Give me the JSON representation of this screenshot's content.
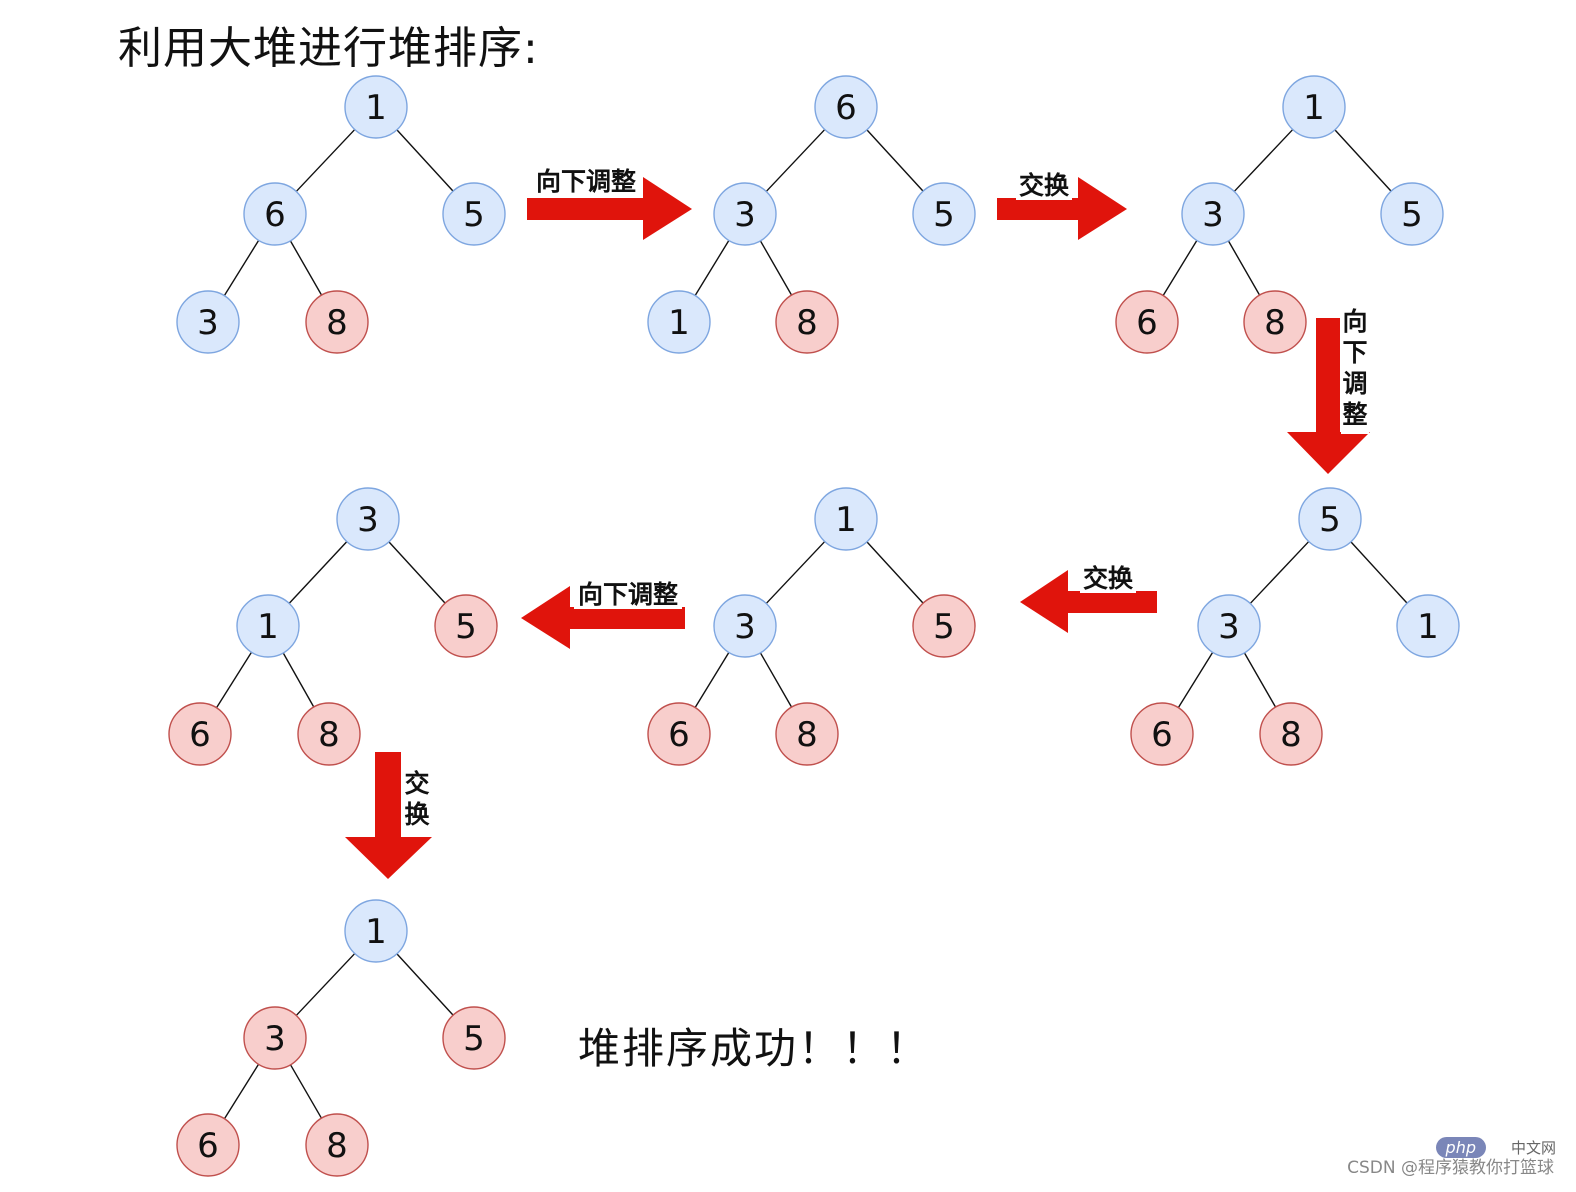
{
  "title": "利用大堆进行堆排序:",
  "result_text": "堆排序成功！！！",
  "watermark": "CSDN @程序猿教你打篮球",
  "php_badge": "php",
  "php_cn": "中文网",
  "colors": {
    "unsorted_fill": "#dae8fc",
    "unsorted_stroke": "#7ea6e0",
    "sorted_fill": "#f8cecc",
    "sorted_stroke": "#c0504d",
    "arrow": "#e0140c"
  },
  "trees": [
    {
      "id": "tree-1",
      "nodes": [
        {
          "v": "1",
          "s": false
        },
        {
          "v": "6",
          "s": false
        },
        {
          "v": "5",
          "s": false
        },
        {
          "v": "3",
          "s": false
        },
        {
          "v": "8",
          "s": true
        }
      ]
    },
    {
      "id": "tree-2",
      "nodes": [
        {
          "v": "6",
          "s": false
        },
        {
          "v": "3",
          "s": false
        },
        {
          "v": "5",
          "s": false
        },
        {
          "v": "1",
          "s": false
        },
        {
          "v": "8",
          "s": true
        }
      ]
    },
    {
      "id": "tree-3",
      "nodes": [
        {
          "v": "1",
          "s": false
        },
        {
          "v": "3",
          "s": false
        },
        {
          "v": "5",
          "s": false
        },
        {
          "v": "6",
          "s": true
        },
        {
          "v": "8",
          "s": true
        }
      ]
    },
    {
      "id": "tree-4",
      "nodes": [
        {
          "v": "5",
          "s": false
        },
        {
          "v": "3",
          "s": false
        },
        {
          "v": "1",
          "s": false
        },
        {
          "v": "6",
          "s": true
        },
        {
          "v": "8",
          "s": true
        }
      ]
    },
    {
      "id": "tree-5",
      "nodes": [
        {
          "v": "1",
          "s": false
        },
        {
          "v": "3",
          "s": false
        },
        {
          "v": "5",
          "s": true
        },
        {
          "v": "6",
          "s": true
        },
        {
          "v": "8",
          "s": true
        }
      ]
    },
    {
      "id": "tree-6",
      "nodes": [
        {
          "v": "3",
          "s": false
        },
        {
          "v": "1",
          "s": false
        },
        {
          "v": "5",
          "s": true
        },
        {
          "v": "6",
          "s": true
        },
        {
          "v": "8",
          "s": true
        }
      ]
    },
    {
      "id": "tree-7",
      "nodes": [
        {
          "v": "1",
          "s": false
        },
        {
          "v": "3",
          "s": true
        },
        {
          "v": "5",
          "s": true
        },
        {
          "v": "6",
          "s": true
        },
        {
          "v": "8",
          "s": true
        }
      ]
    }
  ],
  "arrows": [
    {
      "id": "arrow-1",
      "label": "向下调整",
      "dir": "right"
    },
    {
      "id": "arrow-2",
      "label": "交换",
      "dir": "right"
    },
    {
      "id": "arrow-3",
      "label": "向下调整",
      "dir": "down"
    },
    {
      "id": "arrow-4",
      "label": "交换",
      "dir": "left"
    },
    {
      "id": "arrow-5",
      "label": "向下调整",
      "dir": "left"
    },
    {
      "id": "arrow-6",
      "label": "交换",
      "dir": "down"
    }
  ]
}
